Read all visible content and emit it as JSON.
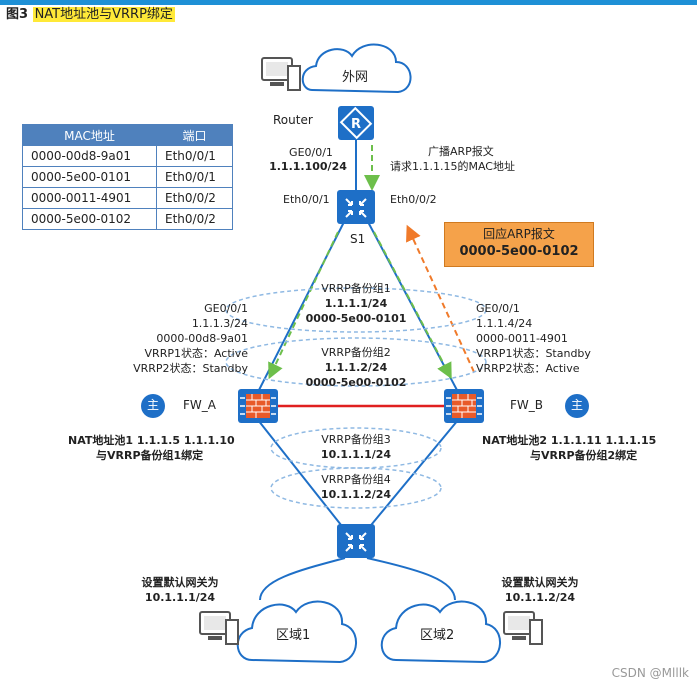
{
  "title": {
    "figure_no": "图3",
    "text": "NAT地址池与VRRP绑定"
  },
  "clouds": {
    "internet": "外网",
    "area1": "区域1",
    "area2": "区域2"
  },
  "router": {
    "label": "Router",
    "port": "GE0/0/1",
    "ip": "1.1.1.100/24"
  },
  "broadcast": {
    "line1": "广播ARP报文",
    "line2": "请求1.1.1.15的MAC地址"
  },
  "switch_s1": {
    "label": "S1",
    "port_left": "Eth0/0/1",
    "port_right": "Eth0/0/2"
  },
  "mac_table": {
    "headers": [
      "MAC地址",
      "端口"
    ],
    "rows": [
      [
        "0000-00d8-9a01",
        "Eth0/0/1"
      ],
      [
        "0000-5e00-0101",
        "Eth0/0/1"
      ],
      [
        "0000-0011-4901",
        "Eth0/0/2"
      ],
      [
        "0000-5e00-0102",
        "Eth0/0/2"
      ]
    ]
  },
  "reply": {
    "line1": "回应ARP报文",
    "line2": "0000-5e00-0102"
  },
  "vrrp": {
    "g1": {
      "name": "VRRP备份组1",
      "ip": "1.1.1.1/24",
      "mac": "0000-5e00-0101"
    },
    "g2": {
      "name": "VRRP备份组2",
      "ip": "1.1.1.2/24",
      "mac": "0000-5e00-0102"
    },
    "g3": {
      "name": "VRRP备份组3",
      "ip": "10.1.1.1/24"
    },
    "g4": {
      "name": "VRRP备份组4",
      "ip": "10.1.1.2/24"
    }
  },
  "fw_a": {
    "label": "FW_A",
    "badge": "主",
    "port": "GE0/0/1",
    "ip": "1.1.1.3/24",
    "mac": "0000-00d8-9a01",
    "vrrp1": "VRRP1状态：Active",
    "vrrp2": "VRRP2状态：Standby",
    "nat1": "NAT地址池1  1.1.1.5  1.1.1.10",
    "nat2": "与VRRP备份组1绑定"
  },
  "fw_b": {
    "label": "FW_B",
    "badge": "主",
    "port": "GE0/0/1",
    "ip": "1.1.1.4/24",
    "mac": "0000-0011-4901",
    "vrrp1": "VRRP1状态：Standby",
    "vrrp2": "VRRP2状态：Active",
    "nat1": "NAT地址池2  1.1.1.11  1.1.1.15",
    "nat2": "与VRRP备份组2绑定"
  },
  "gw_left": {
    "line1": "设置默认网关为",
    "line2": "10.1.1.1/24"
  },
  "gw_right": {
    "line1": "设置默认网关为",
    "line2": "10.1.1.2/24"
  },
  "watermark": "CSDN @Mlllk",
  "colors": {
    "device": "#1e6fc7",
    "green_arrow": "#6dbf4b",
    "orange_arrow": "#f07a2a",
    "heartbeat": "#e02020",
    "badge": "#1e6fc7"
  }
}
